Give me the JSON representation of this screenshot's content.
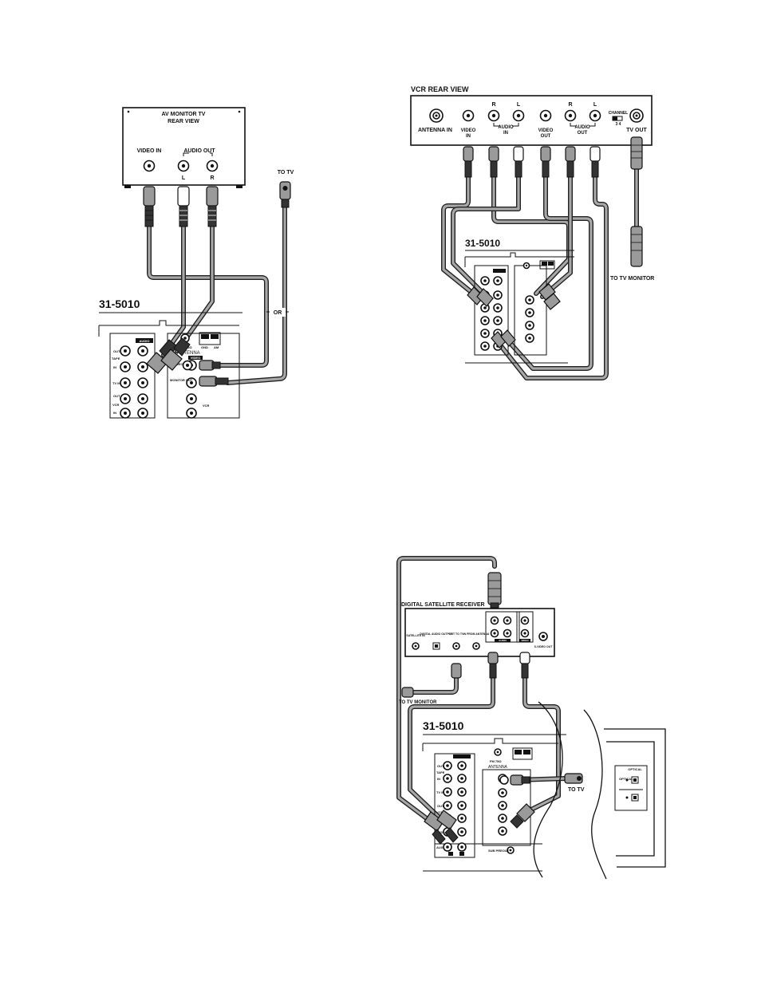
{
  "diagram1": {
    "tv_title_line1": "AV MONITOR TV",
    "tv_title_line2": "REAR VIEW",
    "video_in": "VIDEO IN",
    "audio_out": "AUDIO OUT",
    "left": "L",
    "right": "R",
    "to_tv": "TO TV",
    "or": "OR",
    "model": "31-5010",
    "audio_panel": "AUDIO",
    "video_panel": "VIDEO",
    "antenna": "ANTENNA",
    "fm": "FM 75Ω",
    "gnd": "GND",
    "am": "AM",
    "panel_labels": [
      "OUT",
      "TAPE",
      "IN",
      "TV IN",
      "OUT",
      "VCR",
      "IN"
    ],
    "svideo": "S-VIDEO OUT",
    "monitor": "MONITOR OUT",
    "vcr": "VCR"
  },
  "diagram2": {
    "vcr_title": "VCR REAR VIEW",
    "antenna_in": "ANTENNA IN",
    "video_in": [
      "VIDEO",
      "IN"
    ],
    "audio_in": [
      "AUDIO",
      "IN"
    ],
    "video_out": [
      "VIDEO",
      "OUT"
    ],
    "audio_out": [
      "AUDIO",
      "OUT"
    ],
    "left": "L",
    "right": "R",
    "channel": "CHANNEL",
    "ch_nums": "3  4",
    "tv_out": "TV OUT",
    "model": "31-5010",
    "to_tv_monitor": "TO TV MONITOR"
  },
  "diagram3": {
    "receiver_title": "DIGITAL SATELLITE RECEIVER",
    "satellite_in": "SATELLITE IN",
    "digital_audio": "DIGITAL AUDIO OUTPUT",
    "out_to_tv": "OUT TO TV",
    "in_from_antenna": "IN FROM ANTENNA",
    "audio": "AUDIO",
    "video": "VIDEO",
    "svideo_out": "S-VIDEO OUT",
    "to_tv_monitor": "TO TV MONITOR",
    "model": "31-5010",
    "to_tv": "TO TV",
    "optical": "OPTICAL",
    "panel_labels": [
      "OUT",
      "TAPE",
      "IN",
      "TV IN",
      "OUT",
      "VCR",
      "IN",
      "DVD",
      "AUX"
    ],
    "sub_preout": "SUB PREOUT"
  }
}
